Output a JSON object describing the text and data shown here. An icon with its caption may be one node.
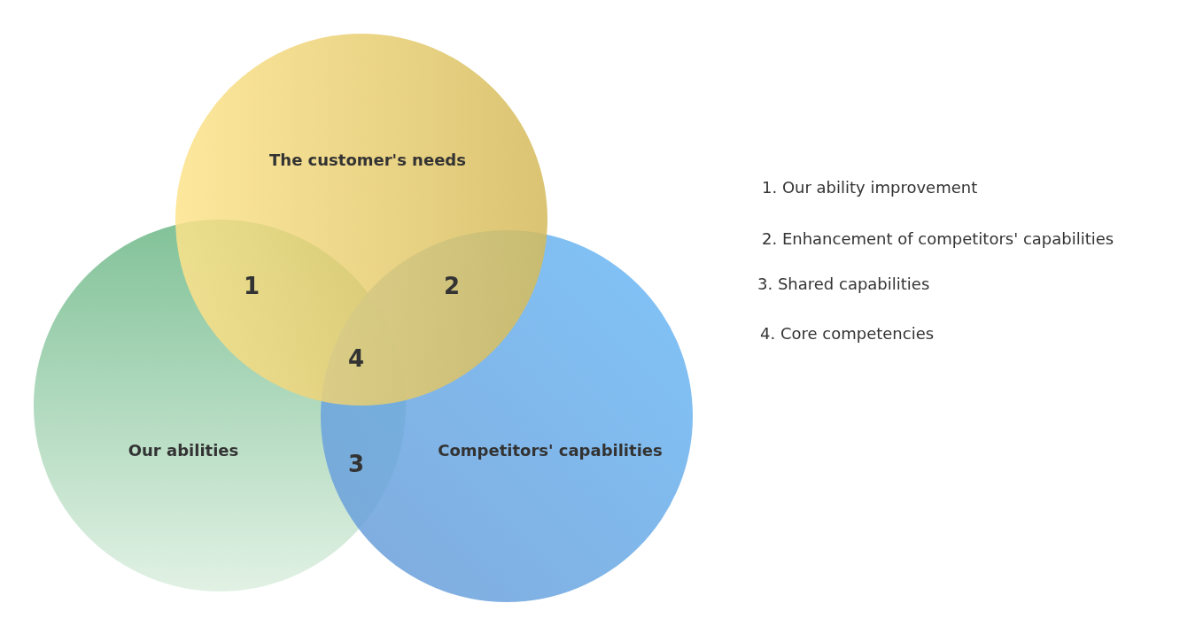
{
  "diagram": {
    "nodes": [
      {
        "text": [
          "The customer's needs"
        ]
      },
      {
        "text": [
          "Our abilities"
        ]
      },
      {
        "text": [
          "Competitors' capabilities"
        ]
      }
    ],
    "labels": [
      "1",
      "2",
      "4",
      "3",
      "1. Our ability improvement",
      "2. Enhancement of competitors' capabilities",
      "3. Shared capabilities",
      "4. Core competencies"
    ]
  }
}
